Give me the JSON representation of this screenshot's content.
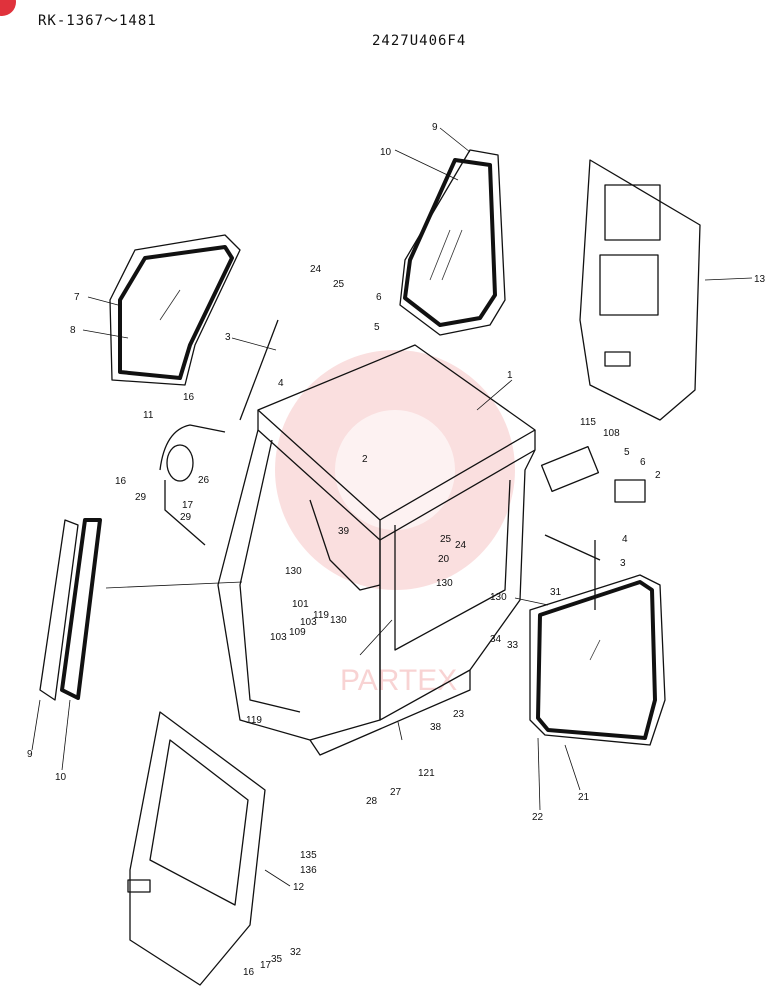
{
  "header": {
    "range_label": "RK-1367～1481",
    "doc_code": "2427U406F4"
  },
  "watermark": {
    "text": "PARTEX",
    "color": "#f2a9a9"
  },
  "callouts": {
    "c1": "1",
    "c2_top": "2",
    "c2_right": "2",
    "c3_left": "3",
    "c3_right": "3",
    "c4_left": "4",
    "c4_right": "4",
    "c5_top": "5",
    "c5_right": "5",
    "c6_top": "6",
    "c6_right": "6",
    "c7": "7",
    "c8": "8",
    "c9_top": "9",
    "c9_bottom": "9",
    "c10_top": "10",
    "c10_bottom": "10",
    "c11": "11",
    "c12": "12",
    "c13": "13",
    "c16_a": "16",
    "c16_b": "16",
    "c16_c": "16",
    "c17_a": "17",
    "c17_b": "17",
    "c20": "20",
    "c21": "21",
    "c22": "22",
    "c23": "23",
    "c24_top": "24",
    "c24_mid": "24",
    "c25_top": "25",
    "c25_mid": "25",
    "c26": "26",
    "c27": "27",
    "c28": "28",
    "c29_a": "29",
    "c29_b": "29",
    "c31": "31",
    "c32": "32",
    "c33": "33",
    "c34": "34",
    "c35": "35",
    "c38": "38",
    "c39": "39",
    "c101": "101",
    "c103_a": "103",
    "c103_b": "103",
    "c108": "108",
    "c109": "109",
    "c115": "115",
    "c119_a": "119",
    "c119_b": "119",
    "c121": "121",
    "c130_a": "130",
    "c130_b": "130",
    "c130_c": "130",
    "c130_d": "130",
    "c135": "135",
    "c136": "136"
  }
}
